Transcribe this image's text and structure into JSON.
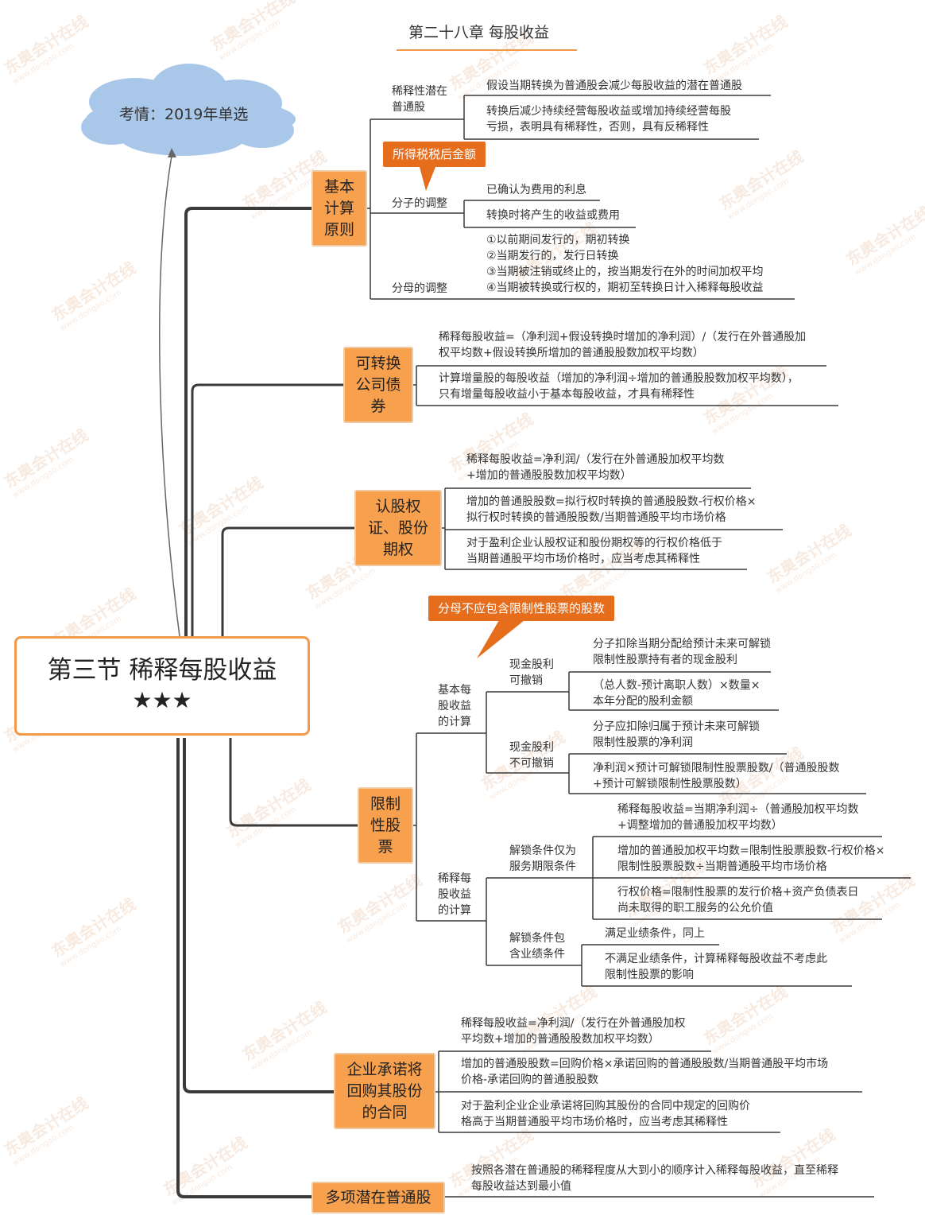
{
  "header": {
    "title": "第二十八章 每股收益"
  },
  "cloud": {
    "text": "考情：2019年单选"
  },
  "root": {
    "title": "第三节 稀释每股收益",
    "stars": "★★★"
  },
  "branches": {
    "basic": {
      "label": "基本\n计算\n原则",
      "potential": {
        "label": "稀释性潜在\n普通股",
        "items": [
          "假设当期转换为普通股会减少每股收益的潜在普通股",
          "转换后减少持续经营每股收益或增加持续经营每股\n亏损，表明具有稀释性，否则，具有反稀释性"
        ]
      },
      "note": "所得税税后金额",
      "numerator": {
        "label": "分子的调整",
        "items": [
          "已确认为费用的利息",
          "转换时将产生的收益或费用"
        ]
      },
      "denominator": {
        "label": "分母的调整",
        "text": "①以前期间发行的，期初转换\n②当期发行的，发行日转换\n③当期被注销或终止的，按当期发行在外的时间加权平均\n④当期被转换或行权的，期初至转换日计入稀释每股收益"
      }
    },
    "convertible": {
      "label": "可转换\n公司债\n券",
      "items": [
        "稀释每股收益=（净利润+假设转换时增加的净利润）/（发行在外普通股加\n权平均数+假设转换所增加的普通股股数加权平均数）",
        "计算增量股的每股收益（增加的净利润÷增加的普通股股数加权平均数），\n只有增量每股收益小于基本每股收益，才具有稀释性"
      ]
    },
    "warrants": {
      "label": "认股权\n证、股份\n期权",
      "items": [
        "稀释每股收益=净利润/（发行在外普通股加权平均数\n+增加的普通股股数加权平均数）",
        "增加的普通股股数=拟行权时转换的普通股股数-行权价格×\n拟行权时转换的普通股股数/当期普通股平均市场价格",
        "对于盈利企业认股权证和股份期权等的行权价格低于\n当期普通股平均市场价格时，应当考虑其稀释性"
      ]
    },
    "restricted": {
      "label": "限制\n性股\n票",
      "note": "分母不应包含限制性股票的股数",
      "basic_calc": {
        "label": "基本每\n股收益\n的计算",
        "revocable": {
          "label": "现金股利\n可撤销",
          "items": [
            "分子扣除当期分配给预计未来可解锁\n限制性股票持有者的现金股利",
            "（总人数-预计离职人数）×数量×\n本年分配的股利金额"
          ]
        },
        "irrevocable": {
          "label": "现金股利\n不可撤销",
          "items": [
            "分子应扣除归属于预计未来可解锁\n限制性股票的净利润",
            "净利润×预计可解锁限制性股票股数/（普通股股数\n+预计可解锁限制性股票股数）"
          ]
        }
      },
      "diluted_calc": {
        "label": "稀释每\n股收益\n的计算",
        "service": {
          "label": "解锁条件仅为\n服务期限条件",
          "items": [
            "稀释每股收益=当期净利润÷（普通股加权平均数\n+调整增加的普通股加权平均数）",
            "增加的普通股加权平均数=限制性股票股数-行权价格×\n限制性股票股数÷当期普通股平均市场价格",
            "行权价格=限制性股票的发行价格+资产负债表日\n尚未取得的职工服务的公允价值"
          ]
        },
        "performance": {
          "label": "解锁条件包\n含业绩条件",
          "items": [
            "满足业绩条件，同上",
            "不满足业绩条件，计算稀释每股收益不考虑此\n限制性股票的影响"
          ]
        }
      }
    },
    "buyback": {
      "label": "企业承诺将\n回购其股份\n的合同",
      "items": [
        "稀释每股收益=净利润/（发行在外普通股加权\n平均数+增加的普通股股数加权平均数）",
        "增加的普通股股数=回购价格×承诺回购的普通股股数/当期普通股平均市场\n价格-承诺回购的普通股股数",
        "对于盈利企业企业承诺将回购其股份的合同中规定的回购价\n格高于当期普通股平均市场价格时，应当考虑其稀释性"
      ]
    },
    "multiple": {
      "label": "多项潜在普通股",
      "text": "按照各潜在普通股的稀释程度从大到小的顺序计入稀释每股收益，直至稀释\n每股收益达到最小值"
    }
  },
  "watermark": {
    "cn": "东奥会计在线",
    "en": "www.dongao.com"
  },
  "colors": {
    "accent": "#f7a04e",
    "note": "#e56d1c",
    "cloud": "#a9c7e8",
    "line": "#3a3a3a"
  }
}
